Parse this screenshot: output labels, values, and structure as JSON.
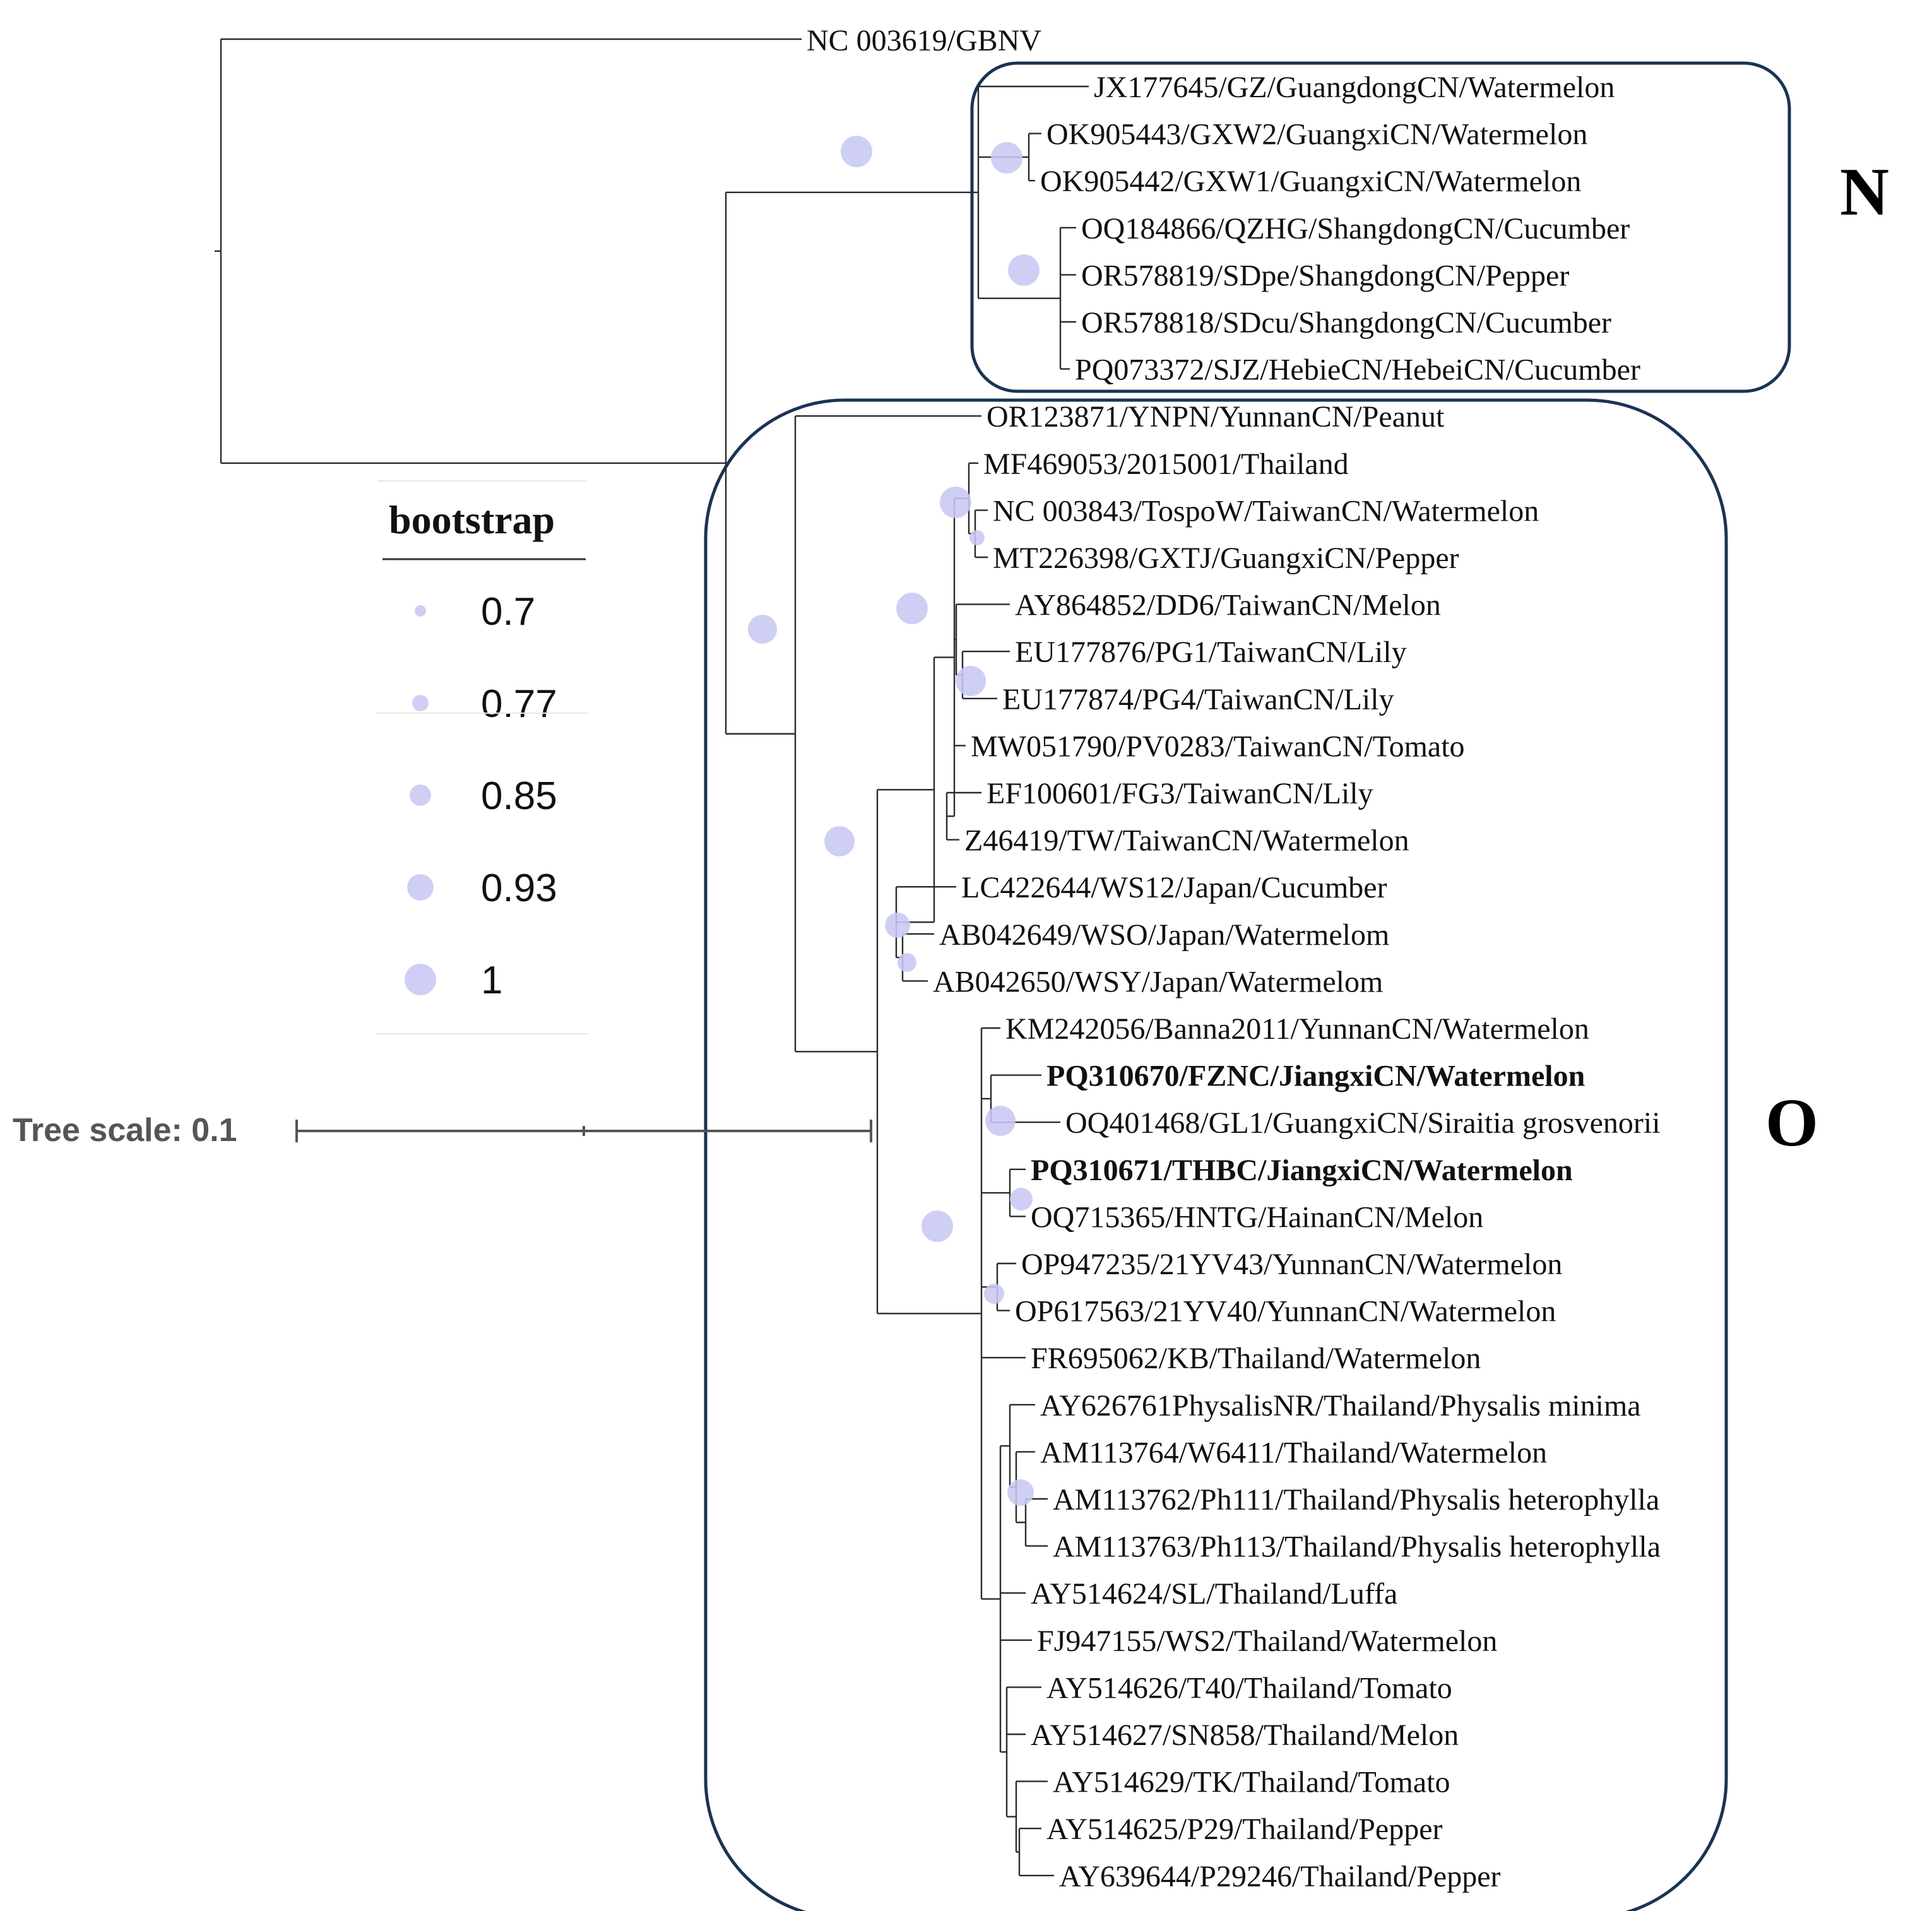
{
  "colors": {
    "branch": "#2b2b2b",
    "bootstrap_circle": "#c8c8f4",
    "clade_box": "#1a3452",
    "scale": "#555555"
  },
  "outgroup": "NC 003619/GBNV",
  "clades": [
    {
      "label": "N"
    },
    {
      "label": "O"
    }
  ],
  "leaves": [
    {
      "label": "JX177645/GZ/GuangdongCN/Watermelon",
      "bold": false
    },
    {
      "label": "OK905443/GXW2/GuangxiCN/Watermelon",
      "bold": false
    },
    {
      "label": "OK905442/GXW1/GuangxiCN/Watermelon",
      "bold": false
    },
    {
      "label": "OQ184866/QZHG/ShangdongCN/Cucumber",
      "bold": false
    },
    {
      "label": "OR578819/SDpe/ShangdongCN/Pepper",
      "bold": false
    },
    {
      "label": "OR578818/SDcu/ShangdongCN/Cucumber",
      "bold": false
    },
    {
      "label": "PQ073372/SJZ/HebieCN/HebeiCN/Cucumber",
      "bold": false
    },
    {
      "label": "OR123871/YNPN/YunnanCN/Peanut",
      "bold": false
    },
    {
      "label": "MF469053/2015001/Thailand",
      "bold": false
    },
    {
      "label": "NC 003843/TospoW/TaiwanCN/Watermelon",
      "bold": false
    },
    {
      "label": "MT226398/GXTJ/GuangxiCN/Pepper",
      "bold": false
    },
    {
      "label": "AY864852/DD6/TaiwanCN/Melon",
      "bold": false
    },
    {
      "label": "EU177876/PG1/TaiwanCN/Lily",
      "bold": false
    },
    {
      "label": "EU177874/PG4/TaiwanCN/Lily",
      "bold": false
    },
    {
      "label": "MW051790/PV0283/TaiwanCN/Tomato",
      "bold": false
    },
    {
      "label": "EF100601/FG3/TaiwanCN/Lily",
      "bold": false
    },
    {
      "label": "Z46419/TW/TaiwanCN/Watermelon",
      "bold": false
    },
    {
      "label": "LC422644/WS12/Japan/Cucumber",
      "bold": false
    },
    {
      "label": "AB042649/WSO/Japan/Watermelom",
      "bold": false
    },
    {
      "label": "AB042650/WSY/Japan/Watermelom",
      "bold": false
    },
    {
      "label": "KM242056/Banna2011/YunnanCN/Watermelon",
      "bold": false
    },
    {
      "label": "PQ310670/FZNC/JiangxiCN/Watermelon",
      "bold": true
    },
    {
      "label": "OQ401468/GL1/GuangxiCN/Siraitia grosvenorii",
      "bold": false
    },
    {
      "label": "PQ310671/THBC/JiangxiCN/Watermelon",
      "bold": true
    },
    {
      "label": "OQ715365/HNTG/HainanCN/Melon",
      "bold": false
    },
    {
      "label": "OP947235/21YV43/YunnanCN/Watermelon",
      "bold": false
    },
    {
      "label": "OP617563/21YV40/YunnanCN/Watermelon",
      "bold": false
    },
    {
      "label": "FR695062/KB/Thailand/Watermelon",
      "bold": false
    },
    {
      "label": "AY626761PhysalisNR/Thailand/Physalis minima",
      "bold": false
    },
    {
      "label": "AM113764/W6411/Thailand/Watermelon",
      "bold": false
    },
    {
      "label": "AM113762/Ph111/Thailand/Physalis heterophylla",
      "bold": false
    },
    {
      "label": "AM113763/Ph113/Thailand/Physalis heterophylla",
      "bold": false
    },
    {
      "label": "AY514624/SL/Thailand/Luffa",
      "bold": false
    },
    {
      "label": "FJ947155/WS2/Thailand/Watermelon",
      "bold": false
    },
    {
      "label": "AY514626/T40/Thailand/Tomato",
      "bold": false
    },
    {
      "label": "AY514627/SN858/Thailand/Melon",
      "bold": false
    },
    {
      "label": "AY514629/TK/Thailand/Tomato",
      "bold": false
    },
    {
      "label": "AY514625/P29/Thailand/Pepper",
      "bold": false
    },
    {
      "label": "AY639644/P29246/Thailand/Pepper",
      "bold": false
    }
  ],
  "legend": {
    "title": "bootstrap",
    "entries": [
      {
        "value": "0.7"
      },
      {
        "value": "0.77"
      },
      {
        "value": "0.85"
      },
      {
        "value": "0.93"
      },
      {
        "value": "1"
      }
    ]
  },
  "scale": {
    "label": "Tree scale: 0.1"
  }
}
